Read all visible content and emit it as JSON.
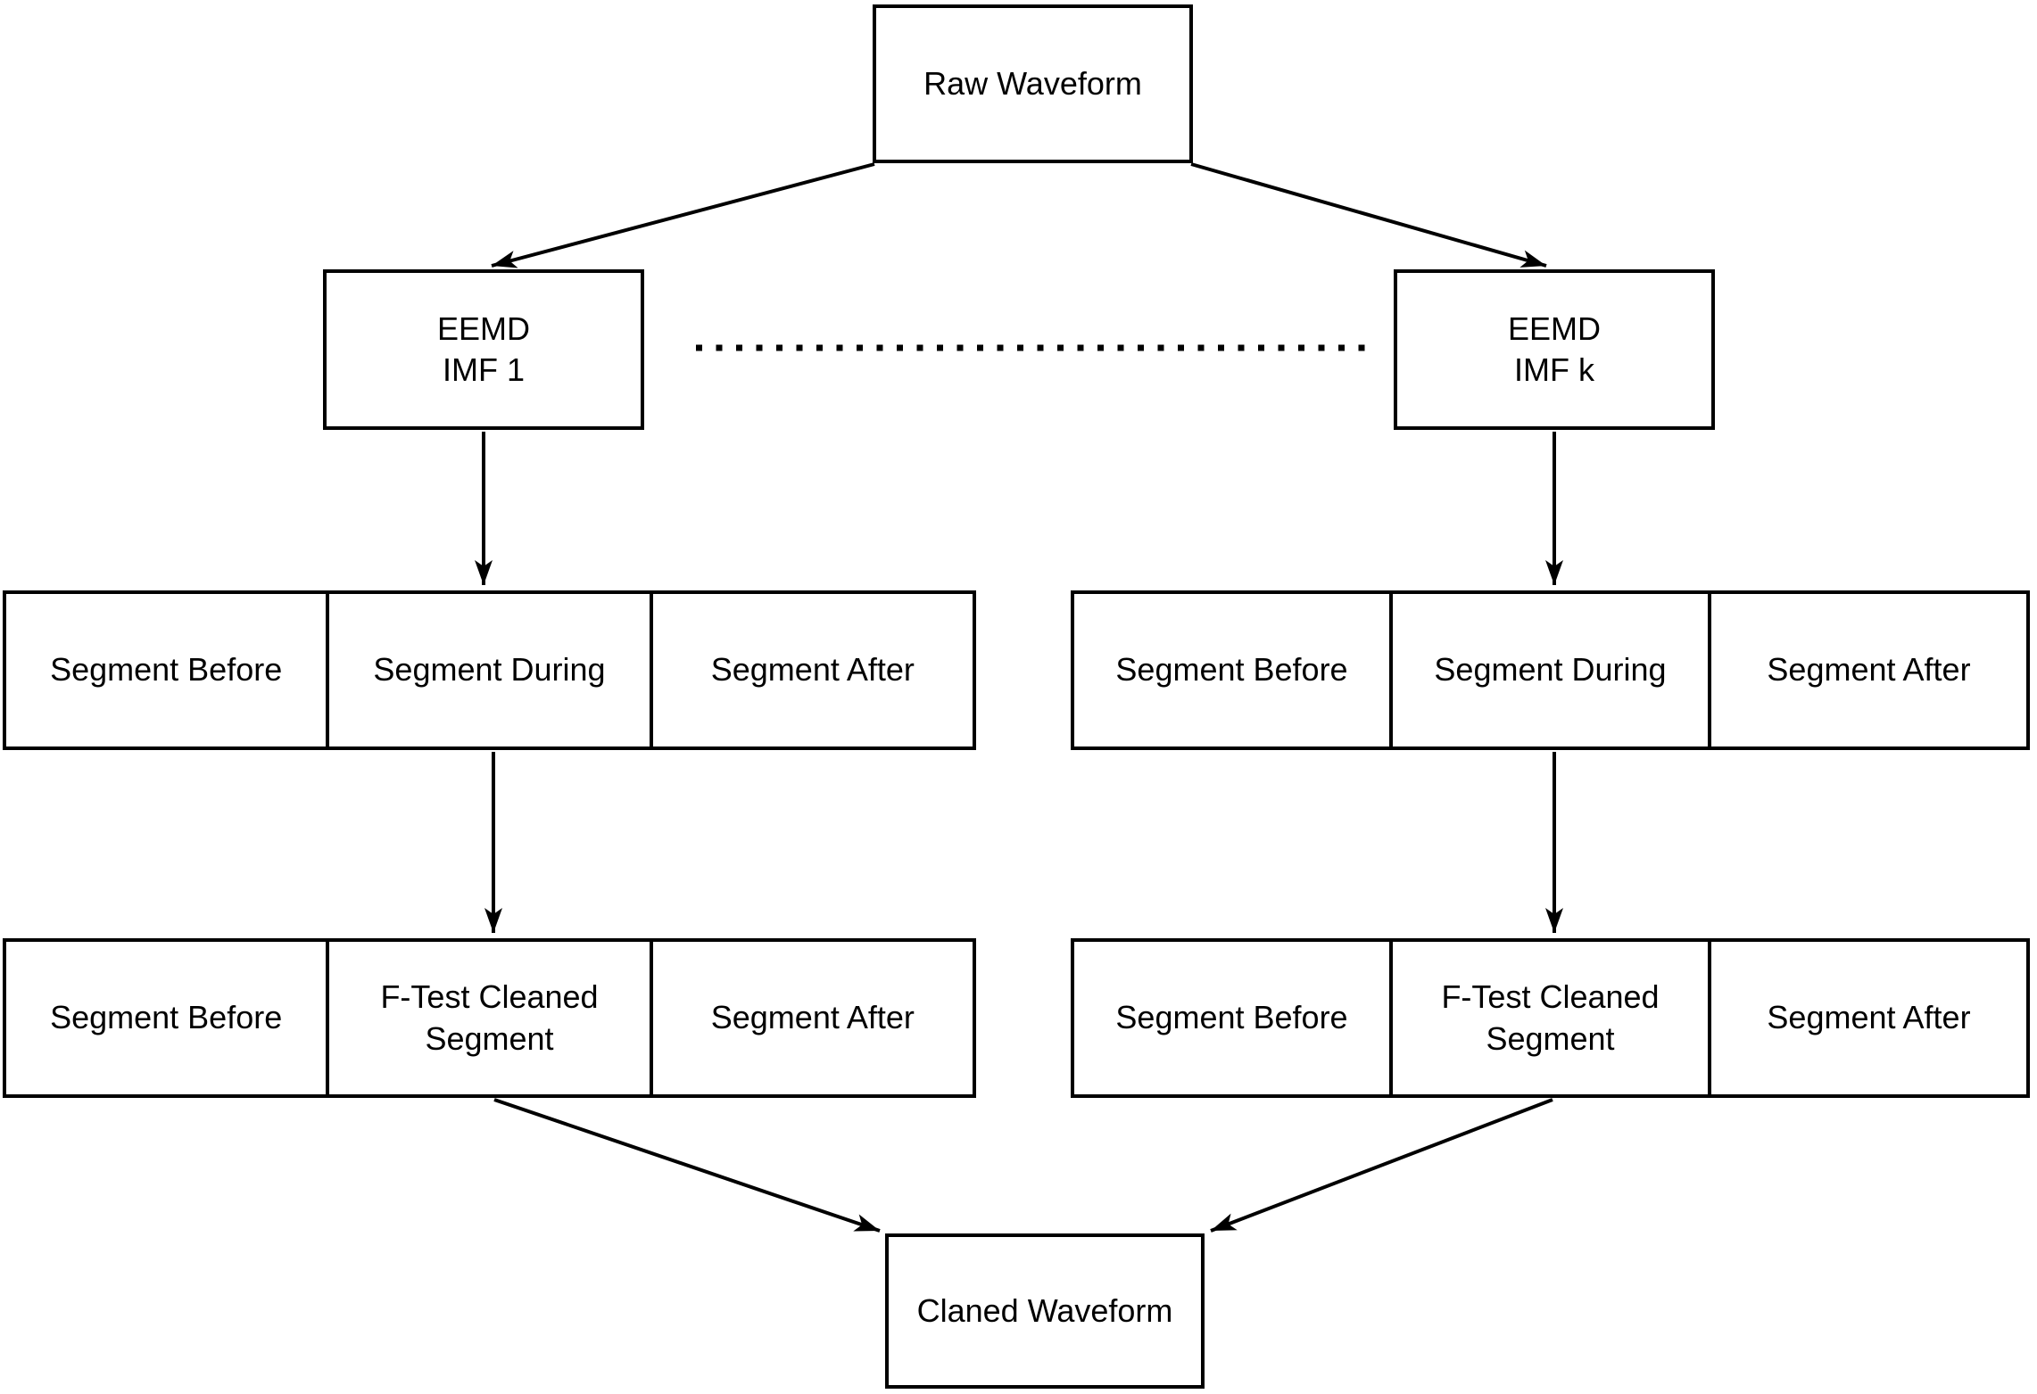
{
  "colors": {
    "background": "#ffffff",
    "line": "#000000",
    "text": "#000000"
  },
  "nodes": {
    "raw_waveform": "Raw Waveform",
    "eemd_imf_1": "EEMD\nIMF 1",
    "eemd_imf_k": "EEMD\nIMF k",
    "cleaned_waveform": "Claned Waveform"
  },
  "rows": {
    "imf1_segments": {
      "cells": [
        "Segment Before",
        "Segment During",
        "Segment After"
      ]
    },
    "imfk_segments": {
      "cells": [
        "Segment Before",
        "Segment During",
        "Segment After"
      ]
    },
    "imf1_ftest": {
      "cells": [
        "Segment Before",
        "F-Test Cleaned\nSegment",
        "Segment After"
      ]
    },
    "imfk_ftest": {
      "cells": [
        "Segment Before",
        "F-Test Cleaned\nSegment",
        "Segment After"
      ]
    }
  }
}
